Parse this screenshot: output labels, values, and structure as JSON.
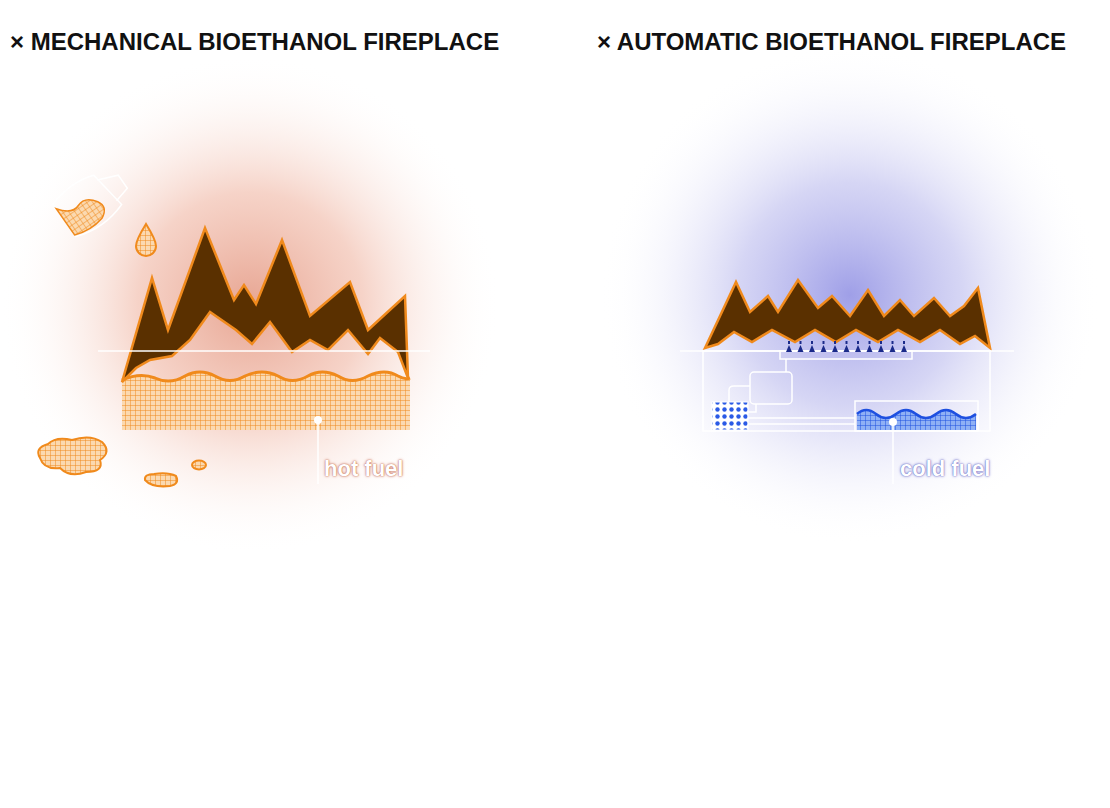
{
  "diagram": {
    "labels": [
      "× MECHANICAL BIOETHANOL FIREPLACE",
      "× AUTOMATIC BIOETHANOL FIREPLACE",
      "hot fuel",
      "cold fuel"
    ]
  }
}
